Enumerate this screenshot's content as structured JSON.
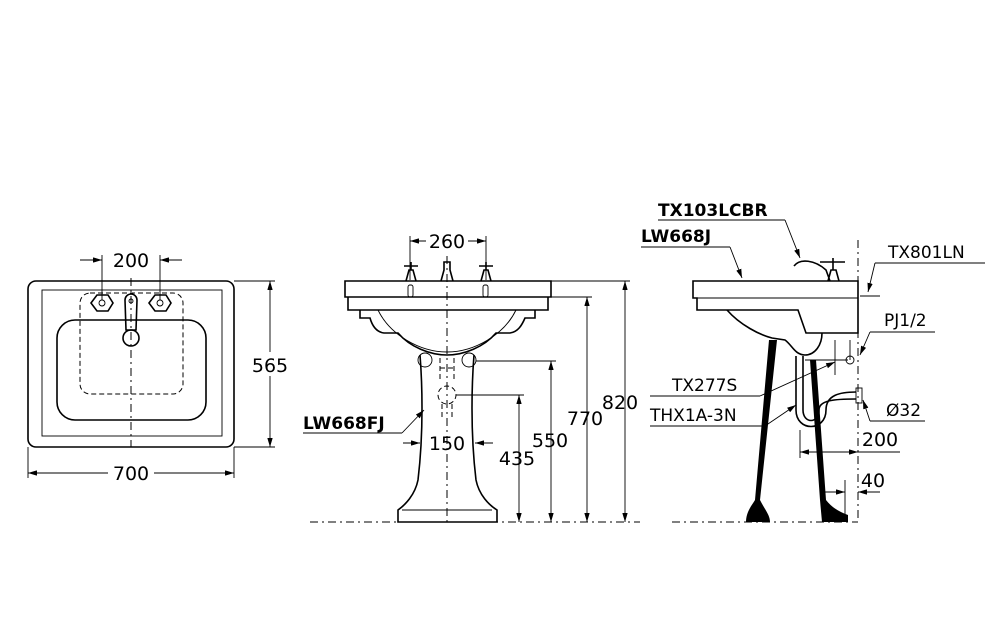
{
  "top_view": {
    "width_dim": "700",
    "depth_dim": "565",
    "tap_spacing_dim": "200"
  },
  "front_view": {
    "tap_spacing_dim": "260",
    "pedestal_width_dim": "150",
    "dims": [
      "820",
      "770",
      "550",
      "435"
    ],
    "pedestal_label": "LW668FJ"
  },
  "side_view": {
    "labels": {
      "faucet": "TX103LCBR",
      "basin": "LW668J",
      "bracket": "TX801LN",
      "supply": "PJ1/2",
      "stop_valve": "TX277S",
      "trap": "THX1A-3N",
      "drain_dia": "Ø32"
    },
    "dims": {
      "trap_offset": "200",
      "pedestal_offset": "40"
    }
  }
}
